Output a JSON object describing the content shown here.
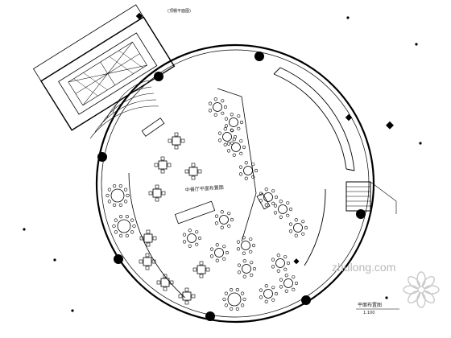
{
  "drawing": {
    "top_annotation": "(顶棚平面图)",
    "center_label": "中餐厅平面布置图",
    "scale_title": "平面布置图",
    "scale_note": "1:100"
  },
  "watermark": {
    "brand": "zhulong.com"
  },
  "colors": {
    "ink": "#000000",
    "paper": "#ffffff",
    "watermark": "#c9c9c9"
  }
}
